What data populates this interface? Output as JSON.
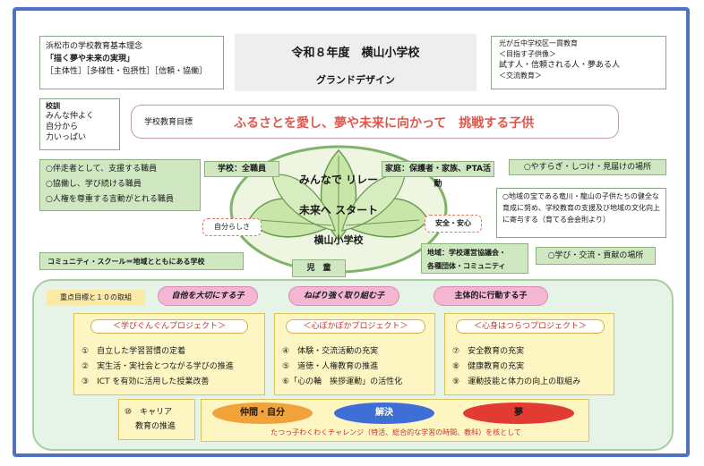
{
  "top_left": {
    "line1": "浜松市の学校教育基本理念",
    "line2": "「描く夢や未来の実現」",
    "line3": "［主体性］［多様性・包摂性］［信頼・協働］"
  },
  "title": {
    "main": "令和８年度　横山小学校",
    "sub": "グランドデザイン"
  },
  "top_right": {
    "line1": "光が丘中学校区一貫教育",
    "line2": "＜目指す子供像＞",
    "line3": "試す人・信頼される人・夢ある人",
    "line4": "＜交流教育＞"
  },
  "motto": {
    "label": "校訓",
    "lines": [
      "みんな仲よく",
      "自分から",
      "力いっぱい"
    ]
  },
  "goal": {
    "label": "学校教育目標",
    "text": "ふるさとを愛し、夢や未来に向かって　挑戦する子供"
  },
  "staff_roles": [
    "○伴走者として、支援する職員",
    "○協働し、学び続ける職員",
    "○人権を尊重する言動がとれる職員"
  ],
  "tags": {
    "school": "学校：全職員",
    "home": "家庭：保護者・家族、PTA活動",
    "self": "自分らしさ",
    "safety": "安全・安心",
    "children": "児　童",
    "region": "地域：学校運営協議会・\n各種団体・コミュニティ"
  },
  "center_text": [
    "みんなで リレー",
    "未来へ スタート",
    "横山小学校"
  ],
  "home_place": "○やすらぎ・しつけ・見届けの場所",
  "region_desc": "○地域の宝である竜川・龍山の子供たちの健全な育成に努め、学校教育の支援及び地域の文化向上に寄与する（育てる会会則より）",
  "community_school": "コミュニティ・スクール＝地域とともにある学校",
  "learn_place": "○学び・交流・貢献の場所",
  "focus_label": "重点目標と１０の取組",
  "focus_goals": [
    "自他を大切にする子",
    "ねばり強く取り組む子",
    "主体的に行動する子"
  ],
  "projects": [
    {
      "title": "＜学びぐんぐんプロジェクト＞",
      "items": [
        "①　自立した学習習慣の定着",
        "②　実生活・実社会とつながる学びの推進",
        "③　ICT を有効に活用した授業改善"
      ]
    },
    {
      "title": "＜心ぽかぽかプロジェクト＞",
      "items": [
        "④　体験・交流活動の充実",
        "⑤　道徳・人権教育の推進",
        "⑥「心の輪　挨拶運動」の活性化"
      ]
    },
    {
      "title": "＜心身はつらつプロジェクト＞",
      "items": [
        "⑦　安全教育の充実",
        "⑧　健康教育の充実",
        "⑨　運動技能と体力の向上の取組み"
      ]
    }
  ],
  "career": [
    "⑩　キャリア",
    "教育の推進"
  ],
  "ovals": [
    "仲間・自分",
    "解決",
    "夢"
  ],
  "challenge": "たつっ子わくわくチャレンジ（特活、総合的な学習の時間、教科）を核として",
  "colors": {
    "frame": "#4d72c4",
    "green": "#cfe8c1",
    "leaf": "#c9e6a8",
    "pink": "#f4b6d3",
    "yellow": "#fdf6c2",
    "oval_orange": "#f2a23b",
    "oval_blue": "#3d6fd6",
    "oval_red": "#e23b32"
  }
}
